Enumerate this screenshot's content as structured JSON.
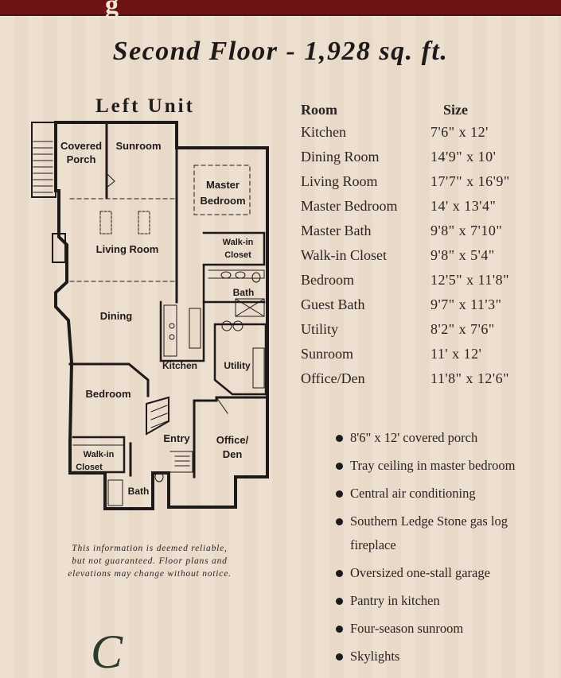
{
  "header": {
    "title_fragment": "g"
  },
  "page_title": "Second Floor - 1,928 sq. ft.",
  "unit_label": "Left Unit",
  "floorplan": {
    "labels": {
      "covered_porch": [
        "Covered",
        "Porch"
      ],
      "sunroom": "Sunroom",
      "master_bedroom": [
        "Master",
        "Bedroom"
      ],
      "walkin_closet_master": [
        "Walk-in",
        "Closet"
      ],
      "living_room": "Living Room",
      "bath_master": "Bath",
      "dining": "Dining",
      "kitchen": "Kitchen",
      "utility": "Utility",
      "bedroom": "Bedroom",
      "office_den": [
        "Office/",
        "Den"
      ],
      "entry": "Entry",
      "walkin_closet_bed": [
        "Walk-in",
        "Closet"
      ],
      "bath_guest": "Bath"
    }
  },
  "room_table": {
    "headers": {
      "room": "Room",
      "size": "Size"
    },
    "rows": [
      {
        "room": "Kitchen",
        "size": "7'6\" x 12'"
      },
      {
        "room": "Dining Room",
        "size": "14'9\" x 10'"
      },
      {
        "room": "Living Room",
        "size": "17'7\" x 16'9\""
      },
      {
        "room": "Master Bedroom",
        "size": "14' x 13'4\""
      },
      {
        "room": "Master Bath",
        "size": "9'8\" x 7'10\""
      },
      {
        "room": "Walk-in Closet",
        "size": "9'8\" x 5'4\""
      },
      {
        "room": "Bedroom",
        "size": "12'5\" x 11'8\""
      },
      {
        "room": "Guest Bath",
        "size": "9'7\" x 11'3\""
      },
      {
        "room": "Utility",
        "size": "8'2\" x 7'6\""
      },
      {
        "room": "Sunroom",
        "size": "11' x 12'"
      },
      {
        "room": "Office/Den",
        "size": "11'8\" x 12'6\""
      }
    ]
  },
  "features": [
    "8'6\" x 12' covered porch",
    "Tray ceiling in master bedroom",
    "Central air conditioning",
    "Southern Ledge Stone gas log fireplace",
    "Oversized one-stall garage",
    "Pantry in kitchen",
    "Four-season sunroom",
    "Skylights"
  ],
  "disclaimer": [
    "This information is deemed reliable,",
    "but not guaranteed. Floor plans and",
    "elevations may change without notice."
  ],
  "footer_script": "C"
}
